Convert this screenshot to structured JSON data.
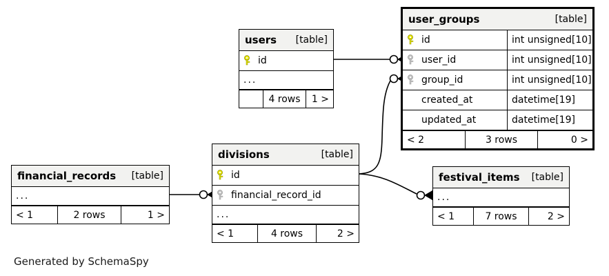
{
  "caption": "Generated by SchemaSpy",
  "colors": {
    "primary_key": "#e8e800",
    "foreign_key": "#bfbfbf",
    "header_bg": "#f2f2f0",
    "border": "#000000",
    "background": "#ffffff"
  },
  "labels": {
    "table_tag": "[table]",
    "ellipsis": "..."
  },
  "tables": [
    {
      "id": "user_groups",
      "name": "user_groups",
      "tag": "[table]",
      "highlighted": true,
      "columns": [
        {
          "name": "id",
          "type": "int unsigned[10]",
          "key": "primary"
        },
        {
          "name": "user_id",
          "type": "int unsigned[10]",
          "key": "foreign"
        },
        {
          "name": "group_id",
          "type": "int unsigned[10]",
          "key": "foreign"
        },
        {
          "name": "created_at",
          "type": "datetime[19]",
          "key": "none"
        },
        {
          "name": "updated_at",
          "type": "datetime[19]",
          "key": "none"
        }
      ],
      "has_ellipsis": false,
      "footer": {
        "left": "< 2",
        "center": "3 rows",
        "right": "0 >"
      }
    },
    {
      "id": "users",
      "name": "users",
      "tag": "[table]",
      "highlighted": false,
      "columns": [
        {
          "name": "id",
          "type": "",
          "key": "primary"
        }
      ],
      "has_ellipsis": true,
      "footer": {
        "left": "",
        "center": "4 rows",
        "right": "1 >"
      }
    },
    {
      "id": "divisions",
      "name": "divisions",
      "tag": "[table]",
      "highlighted": false,
      "columns": [
        {
          "name": "id",
          "type": "",
          "key": "primary"
        },
        {
          "name": "financial_record_id",
          "type": "",
          "key": "foreign"
        }
      ],
      "has_ellipsis": true,
      "footer": {
        "left": "< 1",
        "center": "4 rows",
        "right": "2 >"
      }
    },
    {
      "id": "financial_records",
      "name": "financial_records",
      "tag": "[table]",
      "highlighted": false,
      "columns": [],
      "has_ellipsis": true,
      "footer": {
        "left": "< 1",
        "center": "2 rows",
        "right": "1 >"
      }
    },
    {
      "id": "festival_items",
      "name": "festival_items",
      "tag": "[table]",
      "highlighted": false,
      "columns": [],
      "has_ellipsis": true,
      "footer": {
        "left": "< 1",
        "center": "7 rows",
        "right": "2 >"
      }
    }
  ],
  "relationships": [
    {
      "from": "users.id",
      "to": "user_groups.user_id"
    },
    {
      "from": "divisions.id",
      "to": "user_groups.group_id"
    },
    {
      "from": "divisions.id",
      "to": "festival_items"
    },
    {
      "from": "financial_records",
      "to": "divisions.financial_record_id"
    }
  ]
}
